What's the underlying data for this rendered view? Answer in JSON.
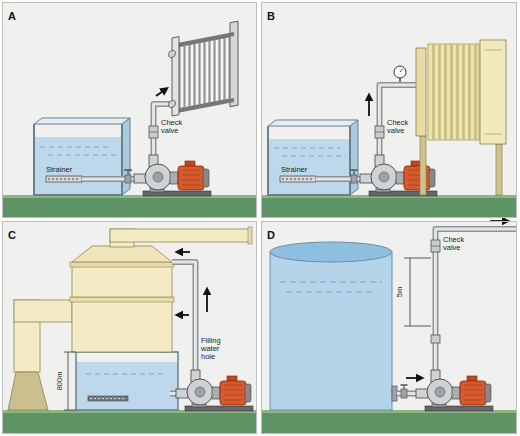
{
  "diagram": {
    "nodes": [
      {
        "text": [
          "A"
        ]
      },
      {
        "text": [
          "B"
        ]
      },
      {
        "text": [
          "C"
        ]
      },
      {
        "text": [
          "D"
        ]
      }
    ],
    "labels": [
      "Check valve",
      "Strainer",
      "Check valve",
      "Strainer",
      "Filling water hole",
      "800m",
      "Check valve",
      "5m"
    ]
  }
}
